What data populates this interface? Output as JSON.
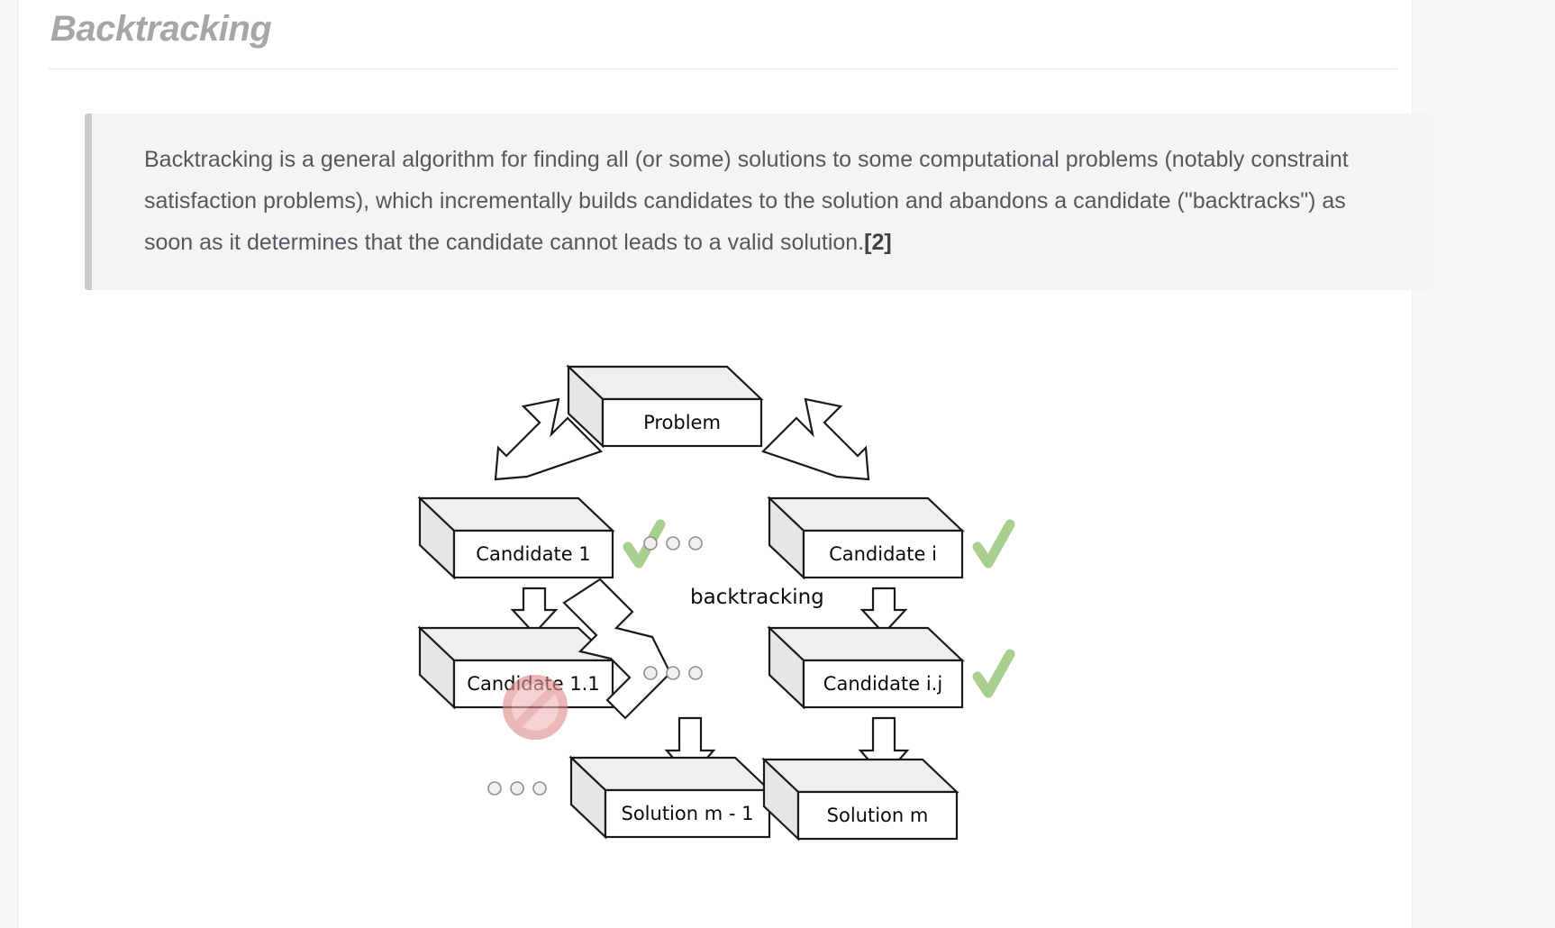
{
  "page": {
    "title": "Backtracking",
    "background": "#f7f7f7",
    "sheet_background": "#ffffff"
  },
  "quote": {
    "text_part_1": "Backtracking is a general algorithm for finding all (or some) solutions to some computational problems (notably constraint satisfaction problems), which incrementally builds candidates to the solution and abandons a candidate (\"backtracks\") as soon as it determines that the candidate cannot leads to a valid solution.",
    "reference": "[2]",
    "accent_color": "#cccccc",
    "background": "#f4f4f4"
  },
  "diagram": {
    "type": "flowchart",
    "title": "Backtracking algorithm tree",
    "colors": {
      "box_front": "#ffffff",
      "box_top": "#efefef",
      "box_side": "#e6e6e6",
      "box_stroke": "#1a1a1a",
      "check_mark": "#a8cf8e",
      "forbidden": "#e8a9a9",
      "dot_border": "#8f8f8f",
      "dot_fill": "#f0f0f0"
    },
    "nodes": [
      {
        "id": "problem",
        "label": "Problem",
        "status": "none"
      },
      {
        "id": "candidate1",
        "label": "Candidate 1",
        "status": "valid"
      },
      {
        "id": "candidatei",
        "label": "Candidate i",
        "status": "valid"
      },
      {
        "id": "candidate11",
        "label": "Candidate 1.1",
        "status": "rejected"
      },
      {
        "id": "candidateij",
        "label": "Candidate i.j",
        "status": "valid"
      },
      {
        "id": "solutionm1",
        "label": "Solution m - 1",
        "status": "none"
      },
      {
        "id": "solutionm",
        "label": "Solution m",
        "status": "none"
      }
    ],
    "edges": [
      {
        "from": "problem",
        "to": "candidate1",
        "kind": "diagonal-arrow"
      },
      {
        "from": "problem",
        "to": "candidatei",
        "kind": "diagonal-arrow"
      },
      {
        "from": "candidate1",
        "to": "candidate11",
        "kind": "down-arrow"
      },
      {
        "from": "candidatei",
        "to": "candidateij",
        "kind": "down-arrow"
      },
      {
        "from": "candidate11",
        "to": "candidate1",
        "kind": "curved-arrow",
        "label": "backtracking"
      },
      {
        "from": "candidate11",
        "to": "solutionm1",
        "kind": "down-arrow"
      },
      {
        "from": "candidateij",
        "to": "solutionm",
        "kind": "down-arrow"
      }
    ],
    "edge_label": "backtracking",
    "ellipses": [
      {
        "id": "ellipsis-candidates-row",
        "count": 3
      },
      {
        "id": "ellipsis-subcandidates-row",
        "count": 3
      },
      {
        "id": "ellipsis-solutions-row",
        "count": 3
      }
    ]
  }
}
